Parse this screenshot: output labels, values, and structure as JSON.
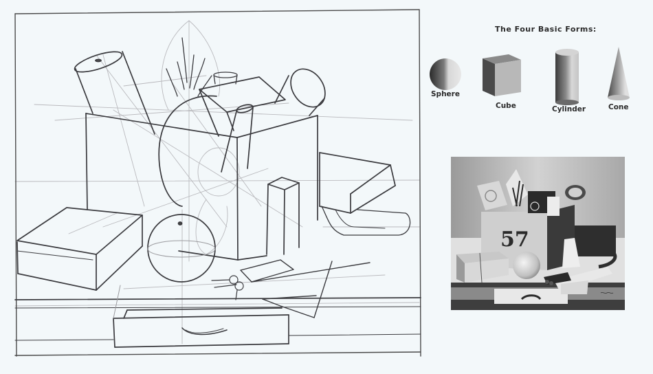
{
  "page": {
    "background": "#f3f8fa"
  },
  "sketch": {
    "description": "Pencil construction sketch of still life: box with cylinders, pineapple, sphere (orange), book boxes, keys, envelopes, open drawer"
  },
  "basic_forms": {
    "title": "The Four Basic Forms:",
    "items": [
      {
        "label": "Sphere",
        "shape": "sphere"
      },
      {
        "label": "Cube",
        "shape": "cube"
      },
      {
        "label": "Cylinder",
        "shape": "cylinder"
      },
      {
        "label": "Cone",
        "shape": "cone"
      }
    ]
  },
  "painting": {
    "box_number": "57",
    "description": "Finished monochrome still-life painting: cardboard box numbered 57, tied package, orange, keys, letters, open drawer"
  }
}
